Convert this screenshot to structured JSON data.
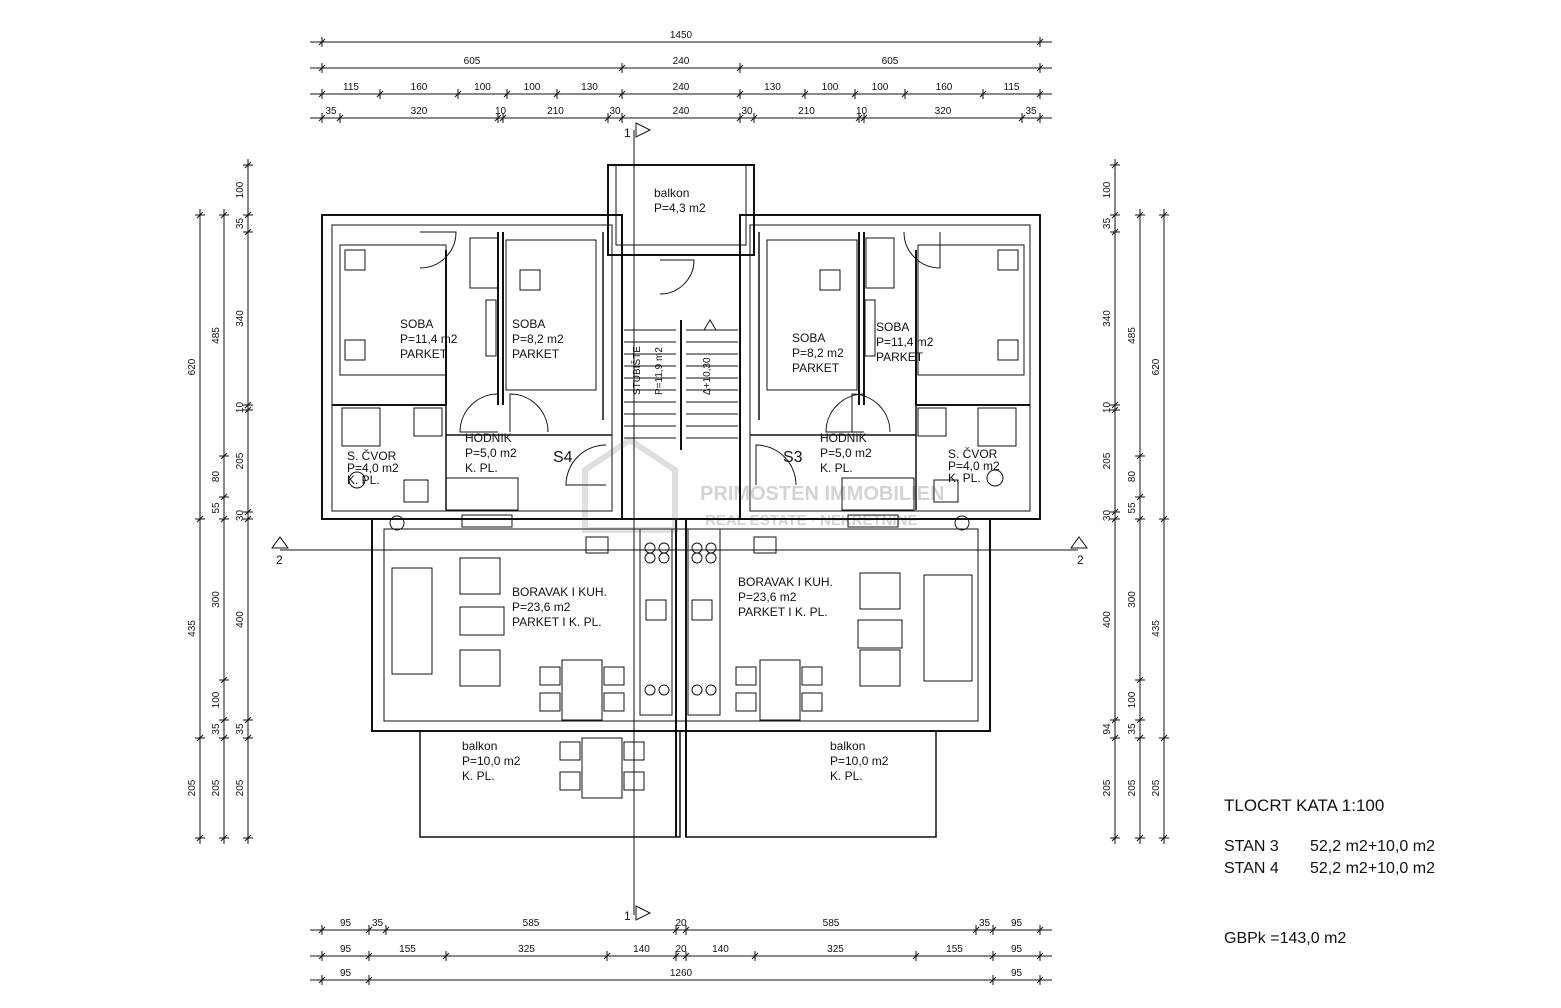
{
  "drawing": {
    "title": "TLOCRT KATA 1:100",
    "units": [
      {
        "name": "STAN 3",
        "area": "52,2 m2+10,0 m2"
      },
      {
        "name": "STAN 4",
        "area": "52,2 m2+10,0 m2"
      }
    ],
    "gross_area": "GBPk =143,0 m2",
    "section_marks": [
      "1",
      "1",
      "2",
      "2"
    ],
    "stair_labels": [
      "S4",
      "S3"
    ],
    "stair_text": [
      "STUBIŠTE",
      "P=11,9 m2",
      "Δ+10,30"
    ]
  },
  "rooms": [
    {
      "key": "balkon_top",
      "lines": [
        "balkon",
        "P=4,3 m2"
      ]
    },
    {
      "key": "soba_left_1",
      "lines": [
        "SOBA",
        "P=11,4 m2",
        "PARKET"
      ]
    },
    {
      "key": "soba_left_2",
      "lines": [
        "SOBA",
        "P=8,2 m2",
        "PARKET"
      ]
    },
    {
      "key": "soba_right_2",
      "lines": [
        "SOBA",
        "P=8,2 m2",
        "PARKET"
      ]
    },
    {
      "key": "soba_right_1",
      "lines": [
        "SOBA",
        "P=11,4 m2",
        "PARKET"
      ]
    },
    {
      "key": "hodnik_left",
      "lines": [
        "HODNIK",
        "P=5,0 m2",
        "K. PL."
      ]
    },
    {
      "key": "hodnik_right",
      "lines": [
        "HODNIK",
        "P=5,0 m2",
        "K. PL."
      ]
    },
    {
      "key": "scvor_left",
      "lines": [
        "S. ČVOR",
        "P=4,0 m2",
        "K. PL."
      ]
    },
    {
      "key": "scvor_right",
      "lines": [
        "S. ČVOR",
        "P=4,0 m2",
        "K. PL."
      ]
    },
    {
      "key": "boravak_left",
      "lines": [
        "BORAVAK I KUH.",
        "P=23,6 m2",
        "PARKET I K. PL."
      ]
    },
    {
      "key": "boravak_right",
      "lines": [
        "BORAVAK I KUH.",
        "P=23,6 m2",
        "PARKET I K. PL."
      ]
    },
    {
      "key": "balkon_left",
      "lines": [
        "balkon",
        "P=10,0 m2",
        "K. PL."
      ]
    },
    {
      "key": "balkon_right",
      "lines": [
        "balkon",
        "P=10,0 m2",
        "K. PL."
      ]
    }
  ],
  "dimensions": {
    "top_rows": [
      [
        "1450"
      ],
      [
        "605",
        "240",
        "605"
      ],
      [
        "115",
        "160",
        "100",
        "100",
        "130",
        "240",
        "130",
        "100",
        "100",
        "160",
        "115"
      ],
      [
        "35",
        "320",
        "10",
        "210",
        "30",
        "240",
        "30",
        "210",
        "10",
        "320",
        "35"
      ]
    ],
    "bottom_rows": [
      [
        "95",
        "35",
        "585",
        "20",
        "585",
        "35",
        "95"
      ],
      [
        "95",
        "155",
        "325",
        "140",
        "20",
        "140",
        "325",
        "155",
        "95"
      ],
      [
        "95",
        "1260",
        "95"
      ]
    ],
    "left_cols": [
      [
        "620",
        "435",
        "205"
      ],
      [
        "485",
        "80",
        "55",
        "300",
        "100",
        "35",
        "205"
      ],
      [
        "100",
        "35",
        "340",
        "10",
        "205",
        "30",
        "400",
        "35",
        "205"
      ]
    ],
    "right_cols": [
      [
        "100",
        "35",
        "340",
        "10",
        "205",
        "30",
        "400",
        "94",
        "205"
      ],
      [
        "485",
        "80",
        "55",
        "300",
        "100",
        "35",
        "205"
      ],
      [
        "620",
        "435",
        "205"
      ]
    ]
  },
  "watermark": [
    "PRIMOSTEN IMMOBILIEN",
    "REAL ESTATE · NEKRETNINE"
  ]
}
